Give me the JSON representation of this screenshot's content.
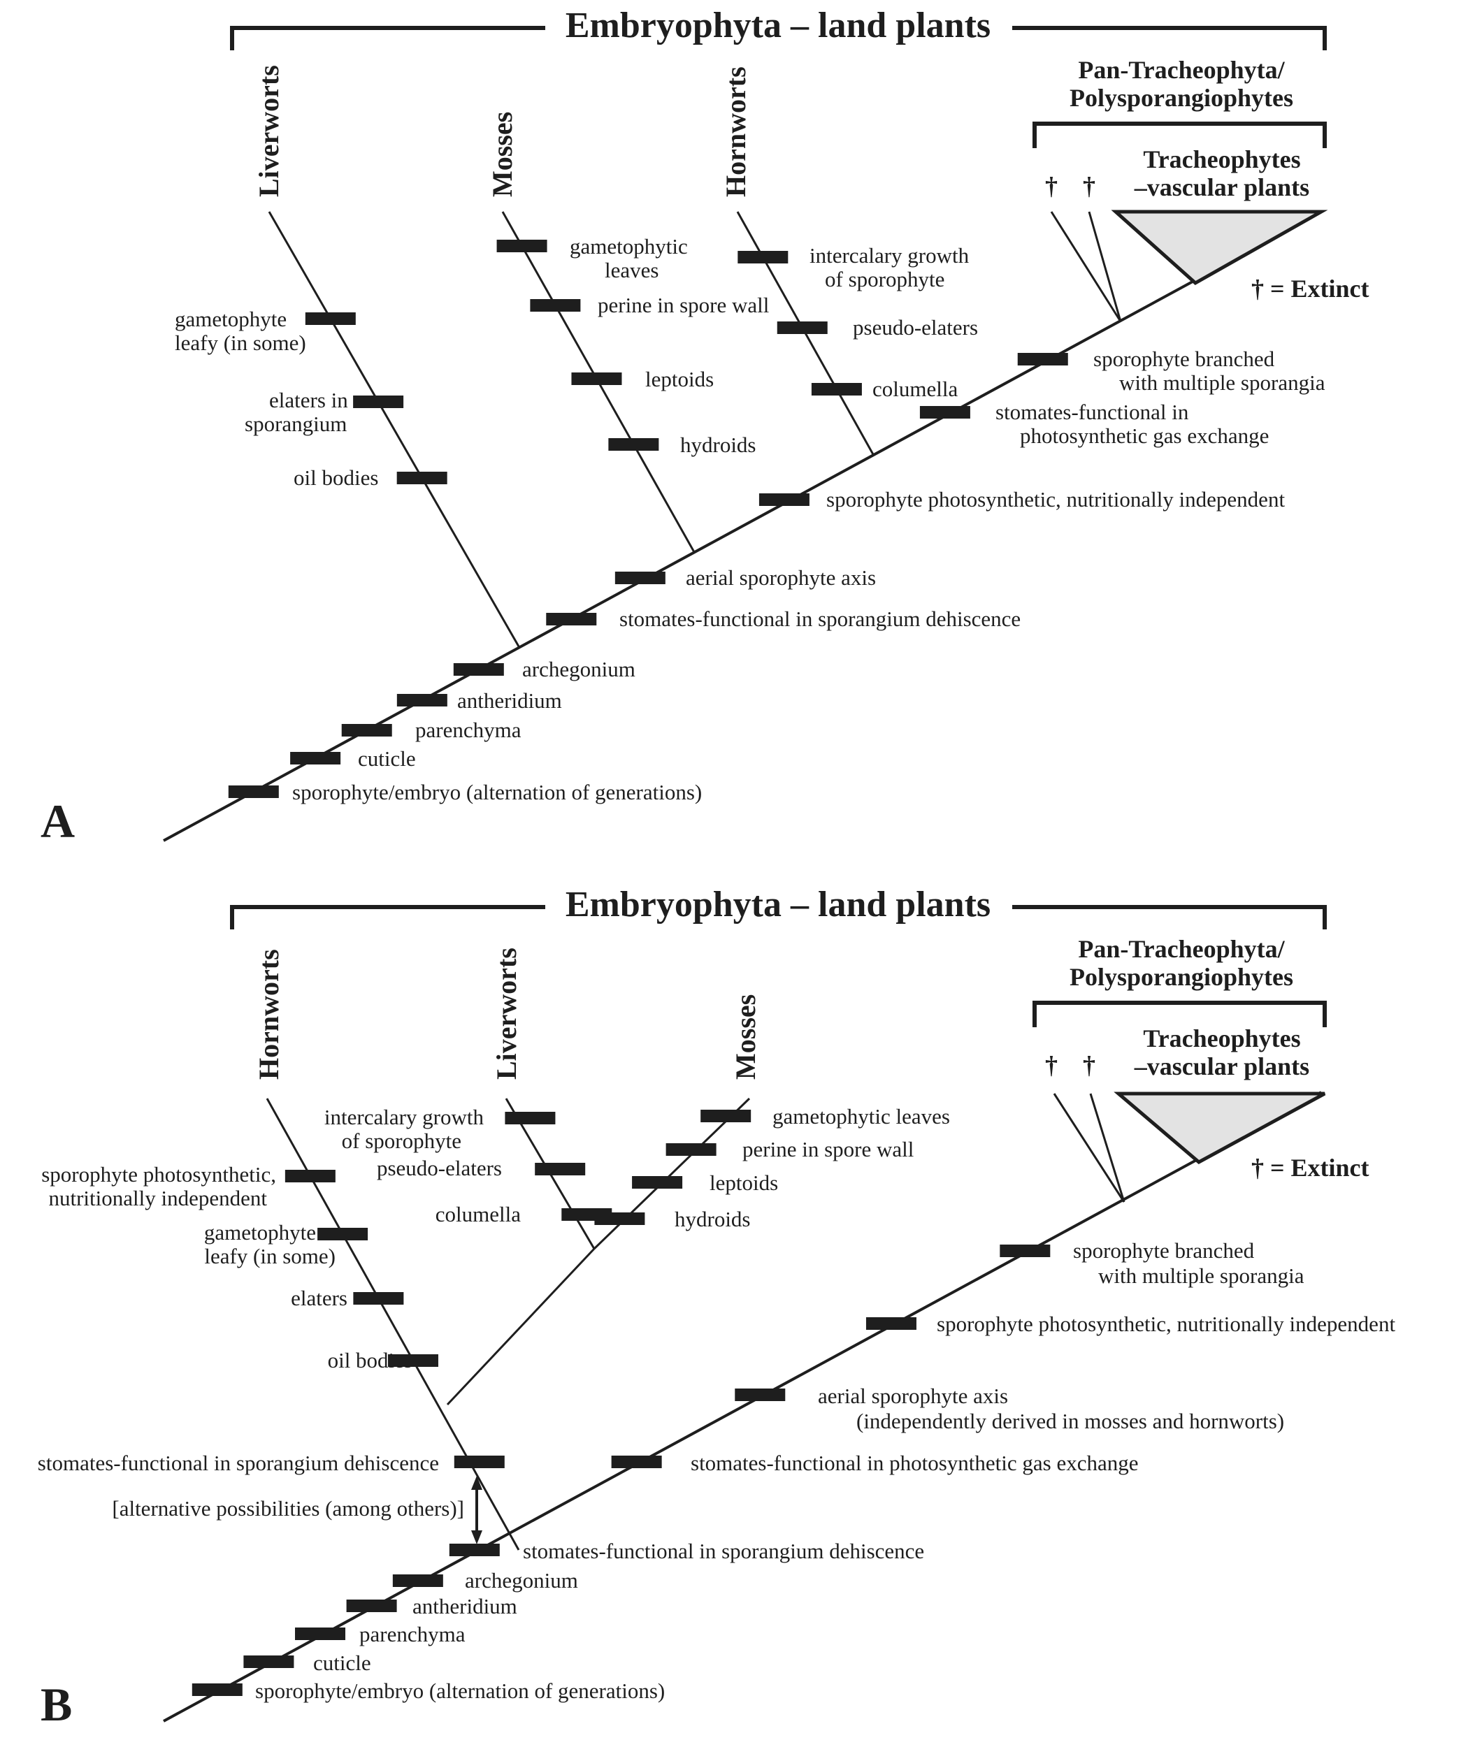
{
  "colors": {
    "ink": "#1e1e1e",
    "tracheophyte_fill": "#e3e3e3",
    "background": "#ffffff"
  },
  "panels": [
    {
      "letter": "A",
      "title": "Embryophyta – land plants",
      "clades": [
        "Liverworts",
        "Mosses",
        "Hornworts"
      ],
      "pan_tracheophyta": [
        "Pan-Tracheophyta/",
        "Polysporangiophytes"
      ],
      "tracheophytes": [
        "Tracheophytes",
        "–vascular plants"
      ],
      "dagger": "†",
      "extinct_legend": "† = Extinct",
      "characters": {
        "liverworts": [
          [
            "gametophyte",
            "leafy (in some)"
          ],
          [
            "elaters in",
            "sporangium"
          ],
          [
            "oil bodies"
          ]
        ],
        "mosses": [
          [
            "gametophytic",
            "leaves"
          ],
          [
            "perine in spore wall"
          ],
          [
            "leptoids"
          ],
          [
            "hydroids"
          ]
        ],
        "hornworts": [
          [
            "intercalary growth",
            "of sporophyte"
          ],
          [
            "pseudo-elaters"
          ],
          [
            "columella"
          ]
        ],
        "trunk": [
          [
            "sporophyte/embryo (alternation of generations)"
          ],
          [
            "cuticle"
          ],
          [
            "parenchyma"
          ],
          [
            "antheridium"
          ],
          [
            "archegonium"
          ],
          [
            "stomates-functional in sporangium dehiscence"
          ],
          [
            "aerial sporophyte axis"
          ],
          [
            "sporophyte photosynthetic, nutritionally independent"
          ],
          [
            "stomates-functional in",
            "photosynthetic gas exchange"
          ],
          [
            "sporophyte branched",
            "with multiple sporangia"
          ]
        ]
      }
    },
    {
      "letter": "B",
      "title": "Embryophyta – land plants",
      "clades": [
        "Hornworts",
        "Liverworts",
        "Mosses"
      ],
      "pan_tracheophyta": [
        "Pan-Tracheophyta/",
        "Polysporangiophytes"
      ],
      "tracheophytes": [
        "Tracheophytes",
        "–vascular plants"
      ],
      "dagger": "†",
      "extinct_legend": "† = Extinct",
      "alternative_note": "[alternative possibilities (among others)]",
      "characters": {
        "hornworts": [
          [
            "sporophyte photosynthetic,",
            "nutritionally independent"
          ],
          [
            "gametophyte",
            "leafy (in some)"
          ],
          [
            "elaters"
          ],
          [
            "oil bodies"
          ],
          [
            "stomates-functional in sporangium dehiscence"
          ]
        ],
        "liverworts": [
          [
            "intercalary growth",
            "of sporophyte"
          ],
          [
            "pseudo-elaters"
          ],
          [
            "columella"
          ]
        ],
        "mosses": [
          [
            "gametophytic leaves"
          ],
          [
            "perine in spore wall"
          ],
          [
            "leptoids"
          ],
          [
            "hydroids"
          ]
        ],
        "trunk": [
          [
            "sporophyte/embryo (alternation of generations)"
          ],
          [
            "cuticle"
          ],
          [
            "parenchyma"
          ],
          [
            "antheridium"
          ],
          [
            "archegonium"
          ],
          [
            "stomates-functional in sporangium dehiscence"
          ],
          [
            "stomates-functional in photosynthetic gas exchange"
          ],
          [
            "aerial sporophyte axis",
            "(independently derived in mosses and hornworts)"
          ],
          [
            "sporophyte photosynthetic, nutritionally independent"
          ],
          [
            "sporophyte branched",
            "with multiple sporangia"
          ]
        ]
      }
    }
  ]
}
